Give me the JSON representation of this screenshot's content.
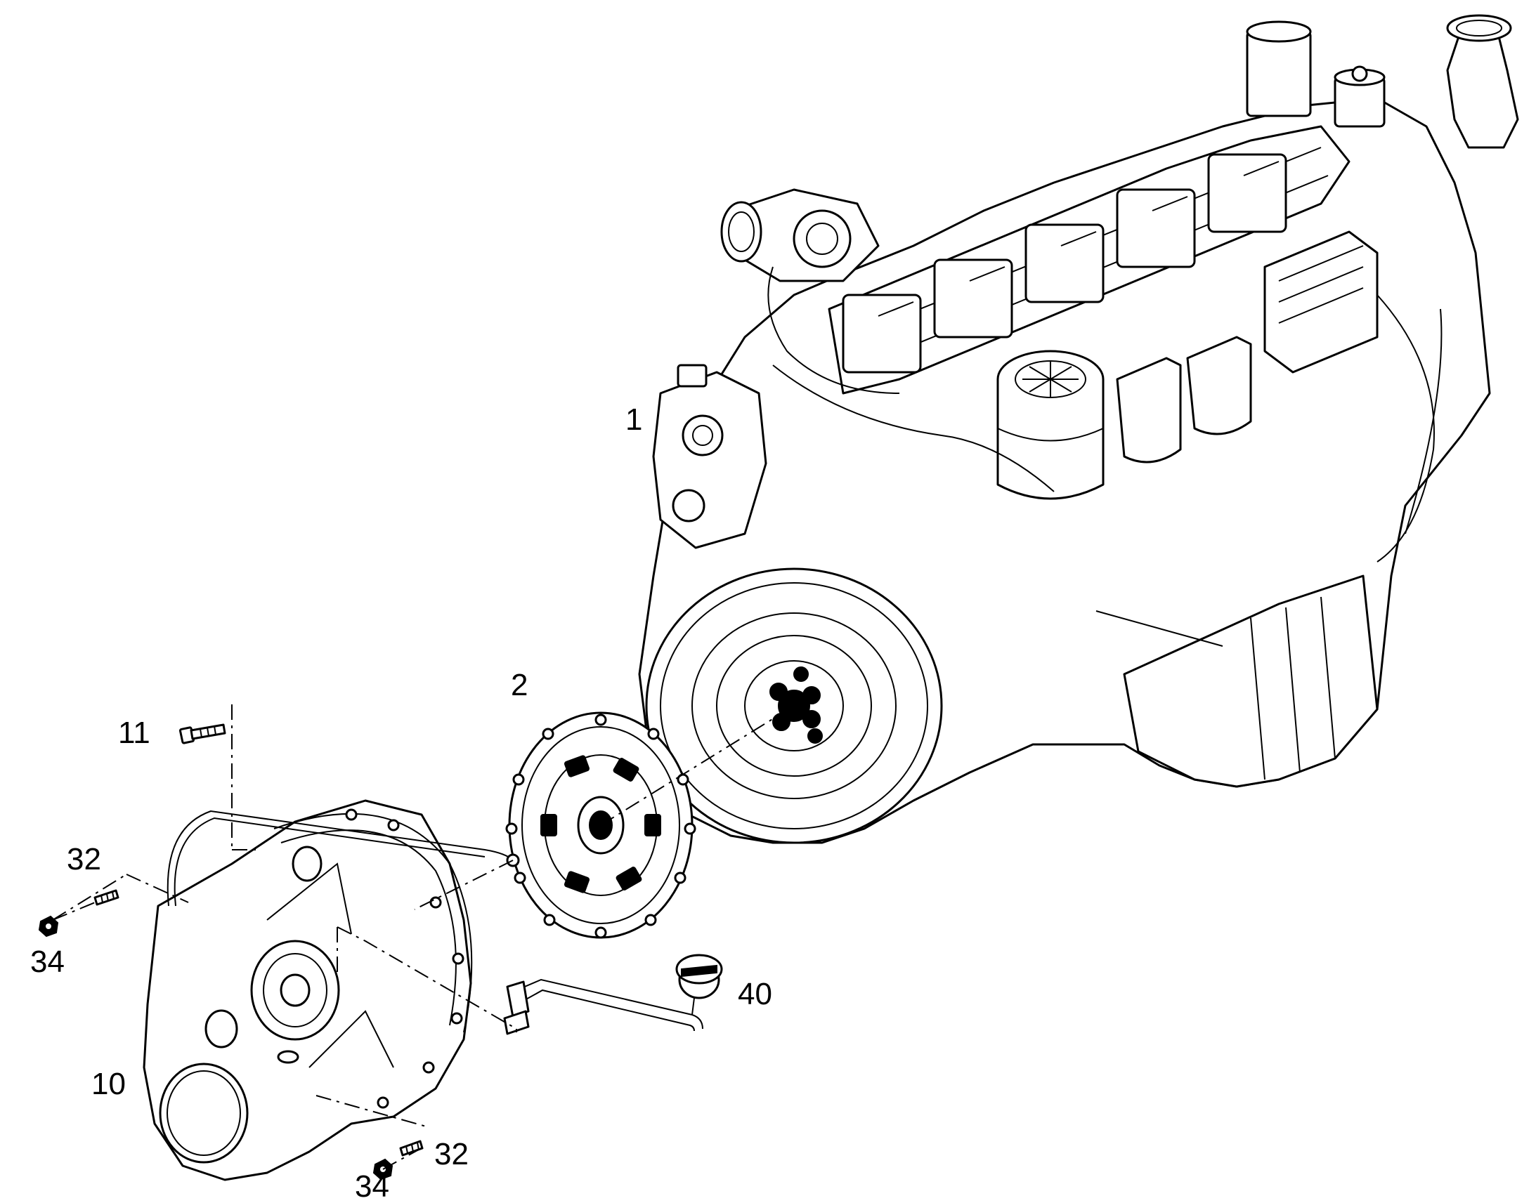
{
  "callouts": {
    "engine": "1",
    "clutch_disc": "2",
    "flywheel_housing": "10",
    "housing_bolt": "11",
    "stud_upper": "32",
    "stud_lower": "32",
    "nut_upper": "34",
    "nut_lower": "34",
    "pipe_cap": "40"
  }
}
